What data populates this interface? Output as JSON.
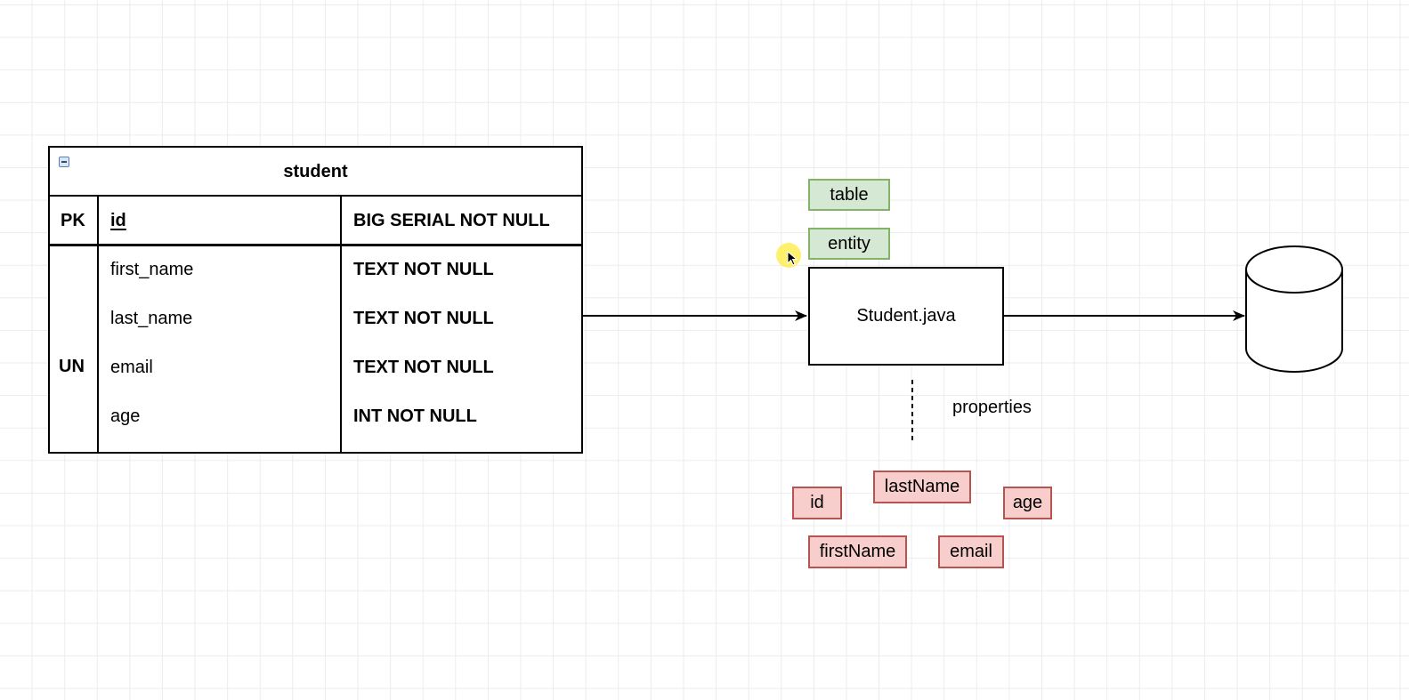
{
  "er_table": {
    "title": "student",
    "header_row": {
      "key": "PK",
      "column": "id",
      "type": "BIG SERIAL NOT NULL"
    },
    "key_label": "UN",
    "rows": [
      {
        "column": "first_name",
        "type": "TEXT NOT NULL"
      },
      {
        "column": "last_name",
        "type": "TEXT NOT NULL"
      },
      {
        "column": "email",
        "type": "TEXT NOT NULL"
      },
      {
        "column": "age",
        "type": "INT NOT NULL"
      }
    ]
  },
  "annotations": {
    "table": "table",
    "entity": "entity"
  },
  "class_box": {
    "label": "Student.java"
  },
  "properties_label": "properties",
  "properties": {
    "id": "id",
    "lastName": "lastName",
    "age": "age",
    "firstName": "firstName",
    "email": "email"
  },
  "colors": {
    "green_fill": "#d5e8d4",
    "green_stroke": "#82b366",
    "red_fill": "#f8cecc",
    "red_stroke": "#b85450",
    "cursor_highlight": "#ffeb3c"
  },
  "icons": [
    "collapse-icon",
    "database-cylinder-icon",
    "mouse-cursor-icon"
  ]
}
